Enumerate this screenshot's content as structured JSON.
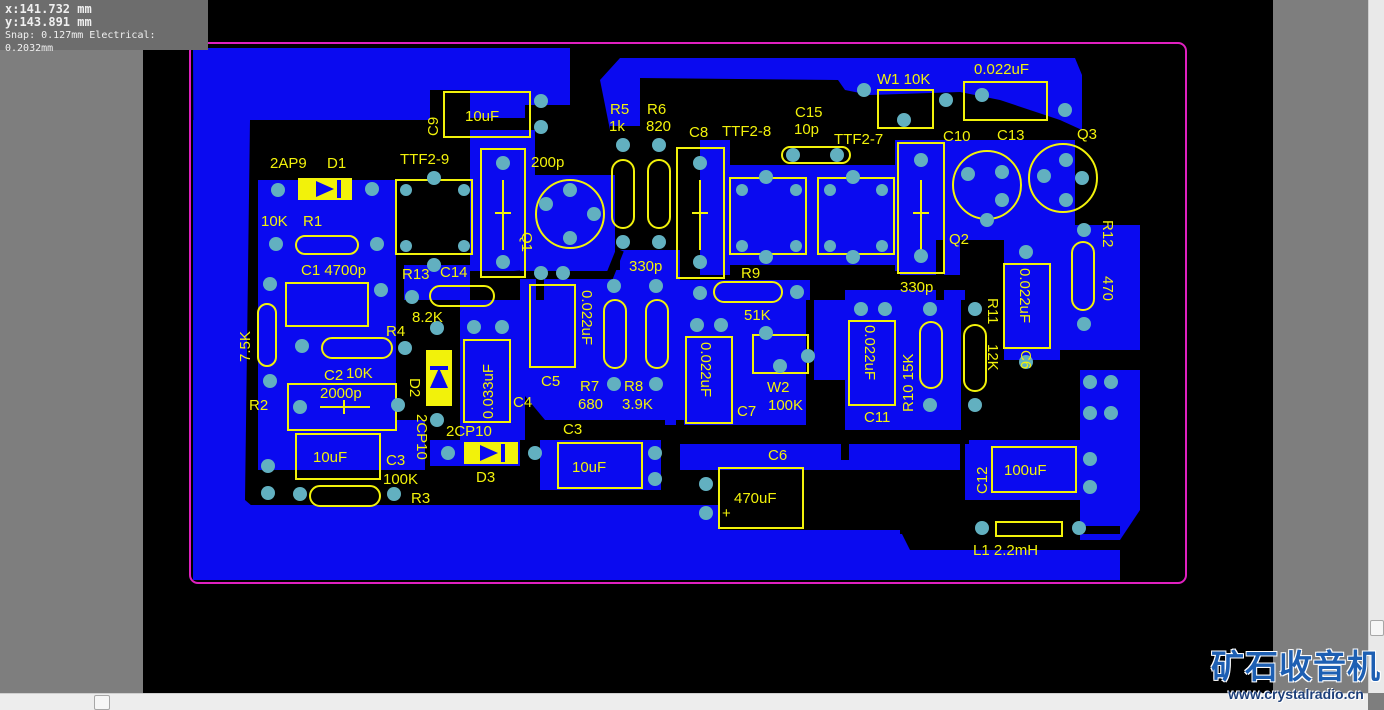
{
  "readout": {
    "x": "x:141.732 mm",
    "y": "y:143.891  mm",
    "snap": "Snap: 0.127mm Electrical: 0.2032mm"
  },
  "labels": {
    "tcoil9": "TTF2-9",
    "tcoil8": "TTF2-8",
    "tcoil7": "TTF2-7",
    "d1_value": "2AP9",
    "d1_ref": "D1",
    "r1_value": "10K",
    "r1_ref": "R1",
    "c1_value": "C1 4700p",
    "c9_ref": "C9",
    "c9_value": "10uF",
    "c200p": "200p",
    "q1_ref": "Q1",
    "r5_ref": "R5",
    "r5_value": "1k",
    "r6_ref": "R6",
    "r6_value": "820",
    "c8_ref": "C8",
    "c15_ref": "C15",
    "c15_value": "10p",
    "w1": "W1 10K",
    "c022_top": "0.022uF",
    "c10_ref": "C10",
    "c13_ref": "C13",
    "q3_ref": "Q3",
    "q2_ref": "Q2",
    "r13_ref": "R13",
    "c14_ref": "C14",
    "r13_value": "8.2K",
    "c330_a": "330p",
    "c330_b": "330p",
    "r9_ref": "R9",
    "r9_value": "51K",
    "r4_ref": "R4",
    "c2_ref": "C2",
    "c2_r4_value": "10K",
    "r2_value": "7.5K",
    "r2_ref": "R2",
    "c2000": "2000p",
    "d2_ref": "D2",
    "d2_value": "2CP10",
    "c4_value": "0.033uF",
    "c4_ref": "C4",
    "c5_value": "0.022uF",
    "c5_ref": "C5",
    "r7_ref": "R7",
    "r7_value": "680",
    "r8_ref": "R8",
    "r8_value": "3.9K",
    "c7_value": "0.022uF",
    "c7_ref": "C7",
    "w2_ref": "W2",
    "w2_value": "100K",
    "c11_value": "0.022uF",
    "c11_ref": "C11",
    "r10": "R10 15K",
    "r11_ref": "R11",
    "r11_value": "12K",
    "c6r_value": "0.022uF",
    "c6r_ref": "C6",
    "r12_ref": "R12",
    "r12_value": "470",
    "c3a_value": "10uF",
    "c3a_ref": "C3",
    "d3_value": "2CP10",
    "d3_ref": "D3",
    "c3b_ref": "C3",
    "c3b_value": "10uF",
    "c6_ref": "C6",
    "c6_value": "470uF",
    "c6_plus": "+",
    "r3_value": "100K",
    "r3_ref": "R3",
    "c12_ref": "C12",
    "c12_value": "100uF",
    "l1": "L1  2.2mH"
  },
  "watermark": {
    "title": "矿石收音机",
    "url": "www.crystalradio.cn"
  },
  "colors": {
    "copper": "#0a0af0",
    "silk": "#f2f20a",
    "pad": "#62b0c0",
    "outline": "#e020c0",
    "background": "#000000"
  }
}
